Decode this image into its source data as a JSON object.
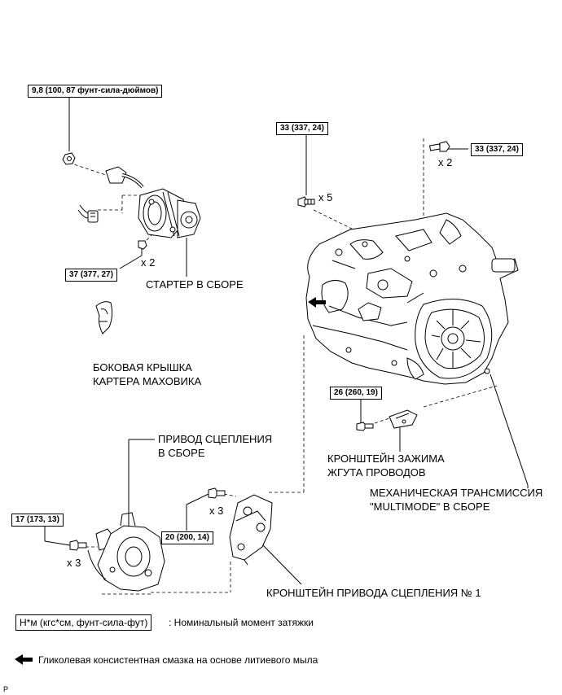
{
  "torque_specs": {
    "starter_nut": "9,8 (100, 87 фунт-сила-дюймов)",
    "starter_bolt": "37 (377, 27)",
    "trans_upper_left": "33 (337, 24)",
    "trans_upper_right": "33 (337, 24)",
    "harness_bracket_bolt": "26 (260, 19)",
    "clutch_bracket_bolt": "20 (200, 14)",
    "clutch_actuator_bolt": "17 (173, 13)"
  },
  "quantities": {
    "starter_bolt": "x 2",
    "trans_upper_left": "x 5",
    "trans_upper_right": "x 2",
    "clutch_bracket": "x 3",
    "clutch_actuator": "x 3"
  },
  "parts": {
    "starter": "СТАРТЕР В СБОРЕ",
    "flywheel_cover_line1": "БОКОВАЯ КРЫШКА",
    "flywheel_cover_line2": "КАРТЕРА МАХОВИКА",
    "clutch_actuator_line1": "ПРИВОД СЦЕПЛЕНИЯ",
    "clutch_actuator_line2": "В СБОРЕ",
    "harness_bracket_line1": "КРОНШТЕЙН ЗАЖИМА",
    "harness_bracket_line2": "ЖГУТА ПРОВОДОВ",
    "transmission_line1": "МЕХАНИЧЕСКАЯ ТРАНСМИССИЯ",
    "transmission_line2": "\"MULTIMODE\" В СБОРЕ",
    "clutch_bracket": "КРОНШТЕЙН ПРИВОДА СЦЕПЛЕНИЯ № 1"
  },
  "legend": {
    "torque_unit_box": "Н*м (кгс*см, фунт-сила-фут)",
    "torque_unit_text": ": Номинальный момент затяжки",
    "grease_text": "Гликолевая консистентная смазка на основе литиевого мыла"
  },
  "corner_mark": "P"
}
